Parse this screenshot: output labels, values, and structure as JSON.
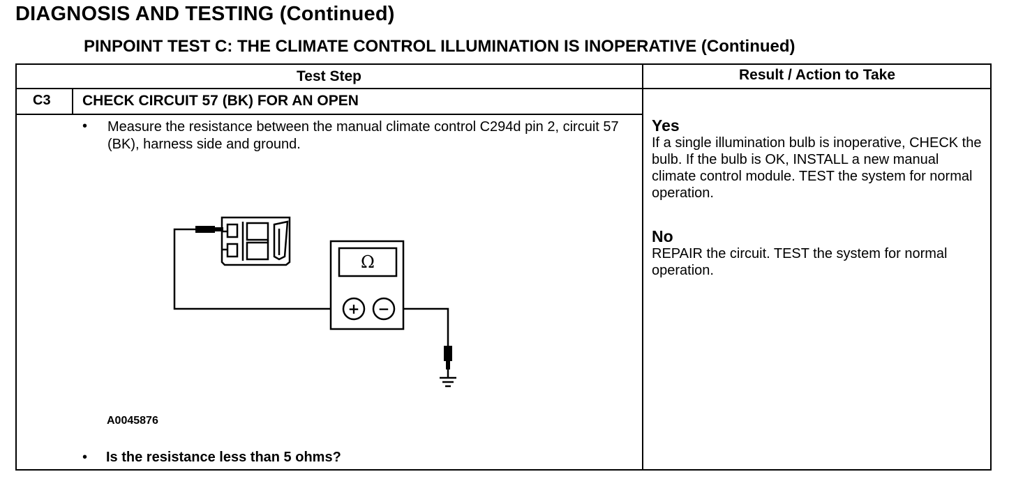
{
  "header": {
    "title": "DIAGNOSIS AND TESTING (Continued)",
    "subtitle": "PINPOINT TEST C: THE CLIMATE CONTROL ILLUMINATION IS INOPERATIVE (Continued)"
  },
  "table": {
    "col_test_step": "Test Step",
    "col_result": "Result / Action to Take"
  },
  "step": {
    "id": "C3",
    "title": "CHECK CIRCUIT 57 (BK) FOR AN OPEN",
    "bullet": "•",
    "instruction": "Measure the resistance between the manual climate control C294d pin 2, circuit 57 (BK), harness side and ground.",
    "figure_id": "A0045876",
    "question": "Is the resistance less than 5 ohms?"
  },
  "diagram": {
    "meter_symbol": "Ω",
    "plus_symbol": "+",
    "minus_symbol": "−"
  },
  "results": {
    "yes_label": "Yes",
    "yes_text": "If a single illumination bulb is inoperative, CHECK the bulb. If the bulb is OK, INSTALL a new manual climate control module. TEST the system for normal operation.",
    "no_label": "No",
    "no_text": "REPAIR the circuit. TEST the system for normal operation."
  }
}
